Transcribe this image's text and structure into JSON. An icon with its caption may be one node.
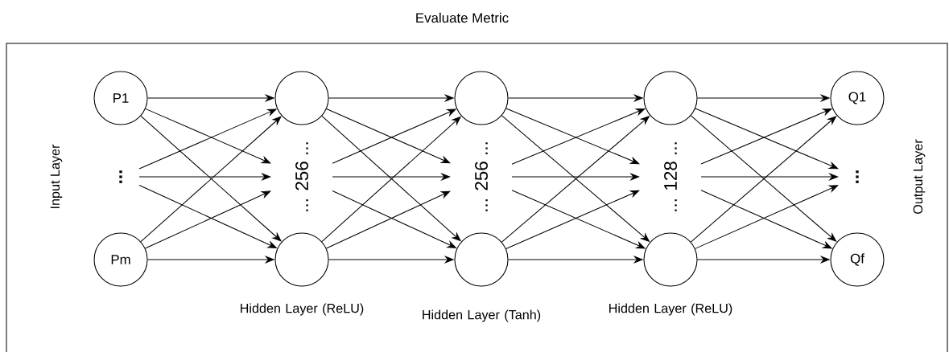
{
  "diagram": {
    "nodes": [
      {
        "text": [
          "Evaluate Metric"
        ]
      },
      {
        "text": [
          "P1"
        ],
        "in": 0
      },
      {
        "text": [
          "..."
        ],
        "in": 0
      },
      {
        "text": [
          "Pm"
        ],
        "in": 0
      },
      {
        "text": [],
        "shape": "circle",
        "in": 0
      },
      {
        "text": [
          "... 256 ..."
        ],
        "in": 0
      },
      {
        "text": [],
        "shape": "circle",
        "in": 0,
        "beside": [
          "Hidden Layer (ReLU)"
        ]
      },
      {
        "text": [],
        "shape": "circle",
        "in": 0
      },
      {
        "text": [
          "... 256 ..."
        ],
        "in": 0
      },
      {
        "text": [],
        "shape": "circle",
        "in": 0,
        "beside": [
          "Hidden Layer (Tanh)"
        ]
      },
      {
        "text": [],
        "shape": "circle",
        "in": 0
      },
      {
        "text": [
          "... 128 ..."
        ],
        "in": 0
      },
      {
        "text": [],
        "shape": "circle",
        "in": 0,
        "beside": [
          "Hidden Layer (ReLU)"
        ]
      },
      {
        "text": [
          "Q1"
        ],
        "in": 0
      },
      {
        "text": [
          "..."
        ],
        "in": 0
      },
      {
        "text": [
          "Qf"
        ],
        "in": 0
      }
    ],
    "edges": [
      {
        "from": 1,
        "to": 4,
        "arrow": "to"
      },
      {
        "from": 1,
        "to": 5,
        "arrow": "to"
      },
      {
        "from": 1,
        "to": 6,
        "arrow": "to"
      },
      {
        "from": 2,
        "to": 4,
        "arrow": "to"
      },
      {
        "from": 2,
        "to": 5,
        "arrow": "to"
      },
      {
        "from": 2,
        "to": 6,
        "arrow": "to"
      },
      {
        "from": 3,
        "to": 4,
        "arrow": "to"
      },
      {
        "from": 3,
        "to": 5,
        "arrow": "to"
      },
      {
        "from": 3,
        "to": 6,
        "arrow": "to"
      },
      {
        "from": 4,
        "to": 7,
        "arrow": "to"
      },
      {
        "from": 4,
        "to": 8,
        "arrow": "to"
      },
      {
        "from": 4,
        "to": 9,
        "arrow": "to"
      },
      {
        "from": 5,
        "to": 7,
        "arrow": "to"
      },
      {
        "from": 5,
        "to": 8,
        "arrow": "to"
      },
      {
        "from": 5,
        "to": 9,
        "arrow": "to"
      },
      {
        "from": 6,
        "to": 7,
        "arrow": "to"
      },
      {
        "from": 6,
        "to": 8,
        "arrow": "to"
      },
      {
        "from": 6,
        "to": 9,
        "arrow": "to"
      },
      {
        "from": 7,
        "to": 10,
        "arrow": "to"
      },
      {
        "from": 7,
        "to": 11,
        "arrow": "to"
      },
      {
        "from": 7,
        "to": 12,
        "arrow": "to"
      },
      {
        "from": 8,
        "to": 10,
        "arrow": "to"
      },
      {
        "from": 8,
        "to": 11,
        "arrow": "to"
      },
      {
        "from": 8,
        "to": 12,
        "arrow": "to"
      },
      {
        "from": 9,
        "to": 10,
        "arrow": "to"
      },
      {
        "from": 9,
        "to": 11,
        "arrow": "to"
      },
      {
        "from": 9,
        "to": 12,
        "arrow": "to"
      },
      {
        "from": 10,
        "to": 13,
        "arrow": "to"
      },
      {
        "from": 10,
        "to": 14,
        "arrow": "to"
      },
      {
        "from": 10,
        "to": 15,
        "arrow": "to"
      },
      {
        "from": 11,
        "to": 13,
        "arrow": "to"
      },
      {
        "from": 11,
        "to": 14,
        "arrow": "to"
      },
      {
        "from": 11,
        "to": 15,
        "arrow": "to"
      },
      {
        "from": 12,
        "to": 13,
        "arrow": "to"
      },
      {
        "from": 12,
        "to": 14,
        "arrow": "to"
      },
      {
        "from": 12,
        "to": 15,
        "arrow": "to"
      }
    ],
    "labels": [
      "Input Layer",
      "Output Layer"
    ]
  }
}
